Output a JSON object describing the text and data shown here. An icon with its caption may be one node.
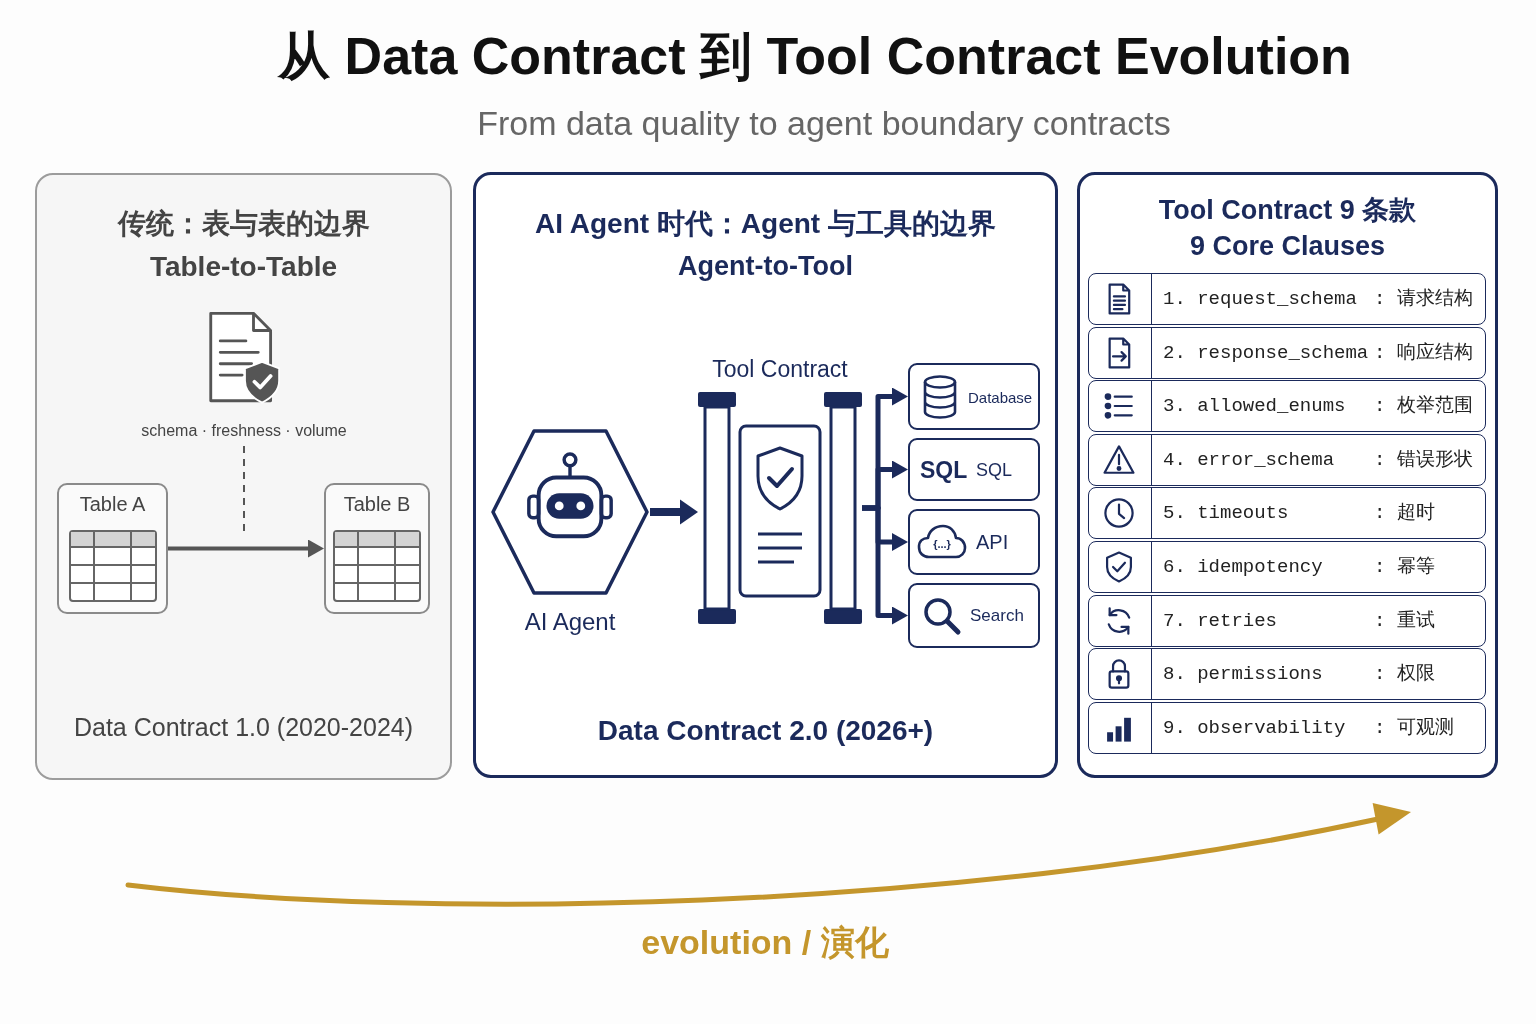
{
  "diagram": {
    "title": "从 Data Contract 到 Tool Contract Evolution",
    "nodes": [
      {
        "text": [
          "传统：表与表的边界",
          "Table-to-Table",
          "Data Contract 1.0 (2020-2024)"
        ]
      },
      {
        "text": [
          "schema · freshness · volume"
        ],
        "in": 0
      },
      {
        "text": [
          "Table A"
        ],
        "in": 0
      },
      {
        "text": [
          "Table B"
        ],
        "in": 0
      },
      {
        "text": [
          "AI Agent 时代：Agent 与工具的边界",
          "Agent-to-Tool",
          "Data Contract 2.0 (2026+)"
        ]
      },
      {
        "text": [
          "AI Agent"
        ],
        "in": 4
      },
      {
        "text": [
          "Tool Contract"
        ],
        "in": 4
      },
      {
        "text": [
          "Database"
        ],
        "in": 4
      },
      {
        "text": [
          "SQL",
          "SQL"
        ],
        "in": 4
      },
      {
        "text": [
          "{...}",
          "API"
        ],
        "in": 4
      },
      {
        "text": [
          "Search"
        ],
        "in": 4
      },
      {
        "text": [
          "Tool Contract 9 条款",
          "9 Core Clauses"
        ]
      },
      {
        "text": [
          "1. request_schema",
          ": 请求结构"
        ],
        "in": 11
      },
      {
        "text": [
          "2. response_schema",
          ": 响应结构"
        ],
        "in": 11
      },
      {
        "text": [
          "3. allowed_enums",
          ": 枚举范围"
        ],
        "in": 11
      },
      {
        "text": [
          "4. error_schema",
          ": 错误形状"
        ],
        "in": 11
      },
      {
        "text": [
          "5. timeouts",
          ": 超时"
        ],
        "in": 11
      },
      {
        "text": [
          "6. idempotency",
          ": 幂等"
        ],
        "in": 11
      },
      {
        "text": [
          "7. retries",
          ": 重试"
        ],
        "in": 11
      },
      {
        "text": [
          "8. permissions",
          ": 权限"
        ],
        "in": 11
      },
      {
        "text": [
          "9. observability",
          ": 可观测"
        ],
        "in": 11
      }
    ],
    "edges": [
      {
        "from": 1,
        "to": null,
        "arrow": "none",
        "style": "dashed",
        "color": "#555555"
      },
      {
        "from": 2,
        "to": 3,
        "arrow": "to",
        "color": "#555555"
      },
      {
        "from": 5,
        "to": 6,
        "arrow": "to"
      },
      {
        "from": 6,
        "to": 7,
        "arrow": "to"
      },
      {
        "from": 6,
        "to": 8,
        "arrow": "to"
      },
      {
        "from": 6,
        "to": 9,
        "arrow": "to"
      },
      {
        "from": 6,
        "to": 10,
        "arrow": "to"
      }
    ],
    "labels": [
      "From data quality to agent boundary contracts",
      "evolution / 演化"
    ]
  }
}
